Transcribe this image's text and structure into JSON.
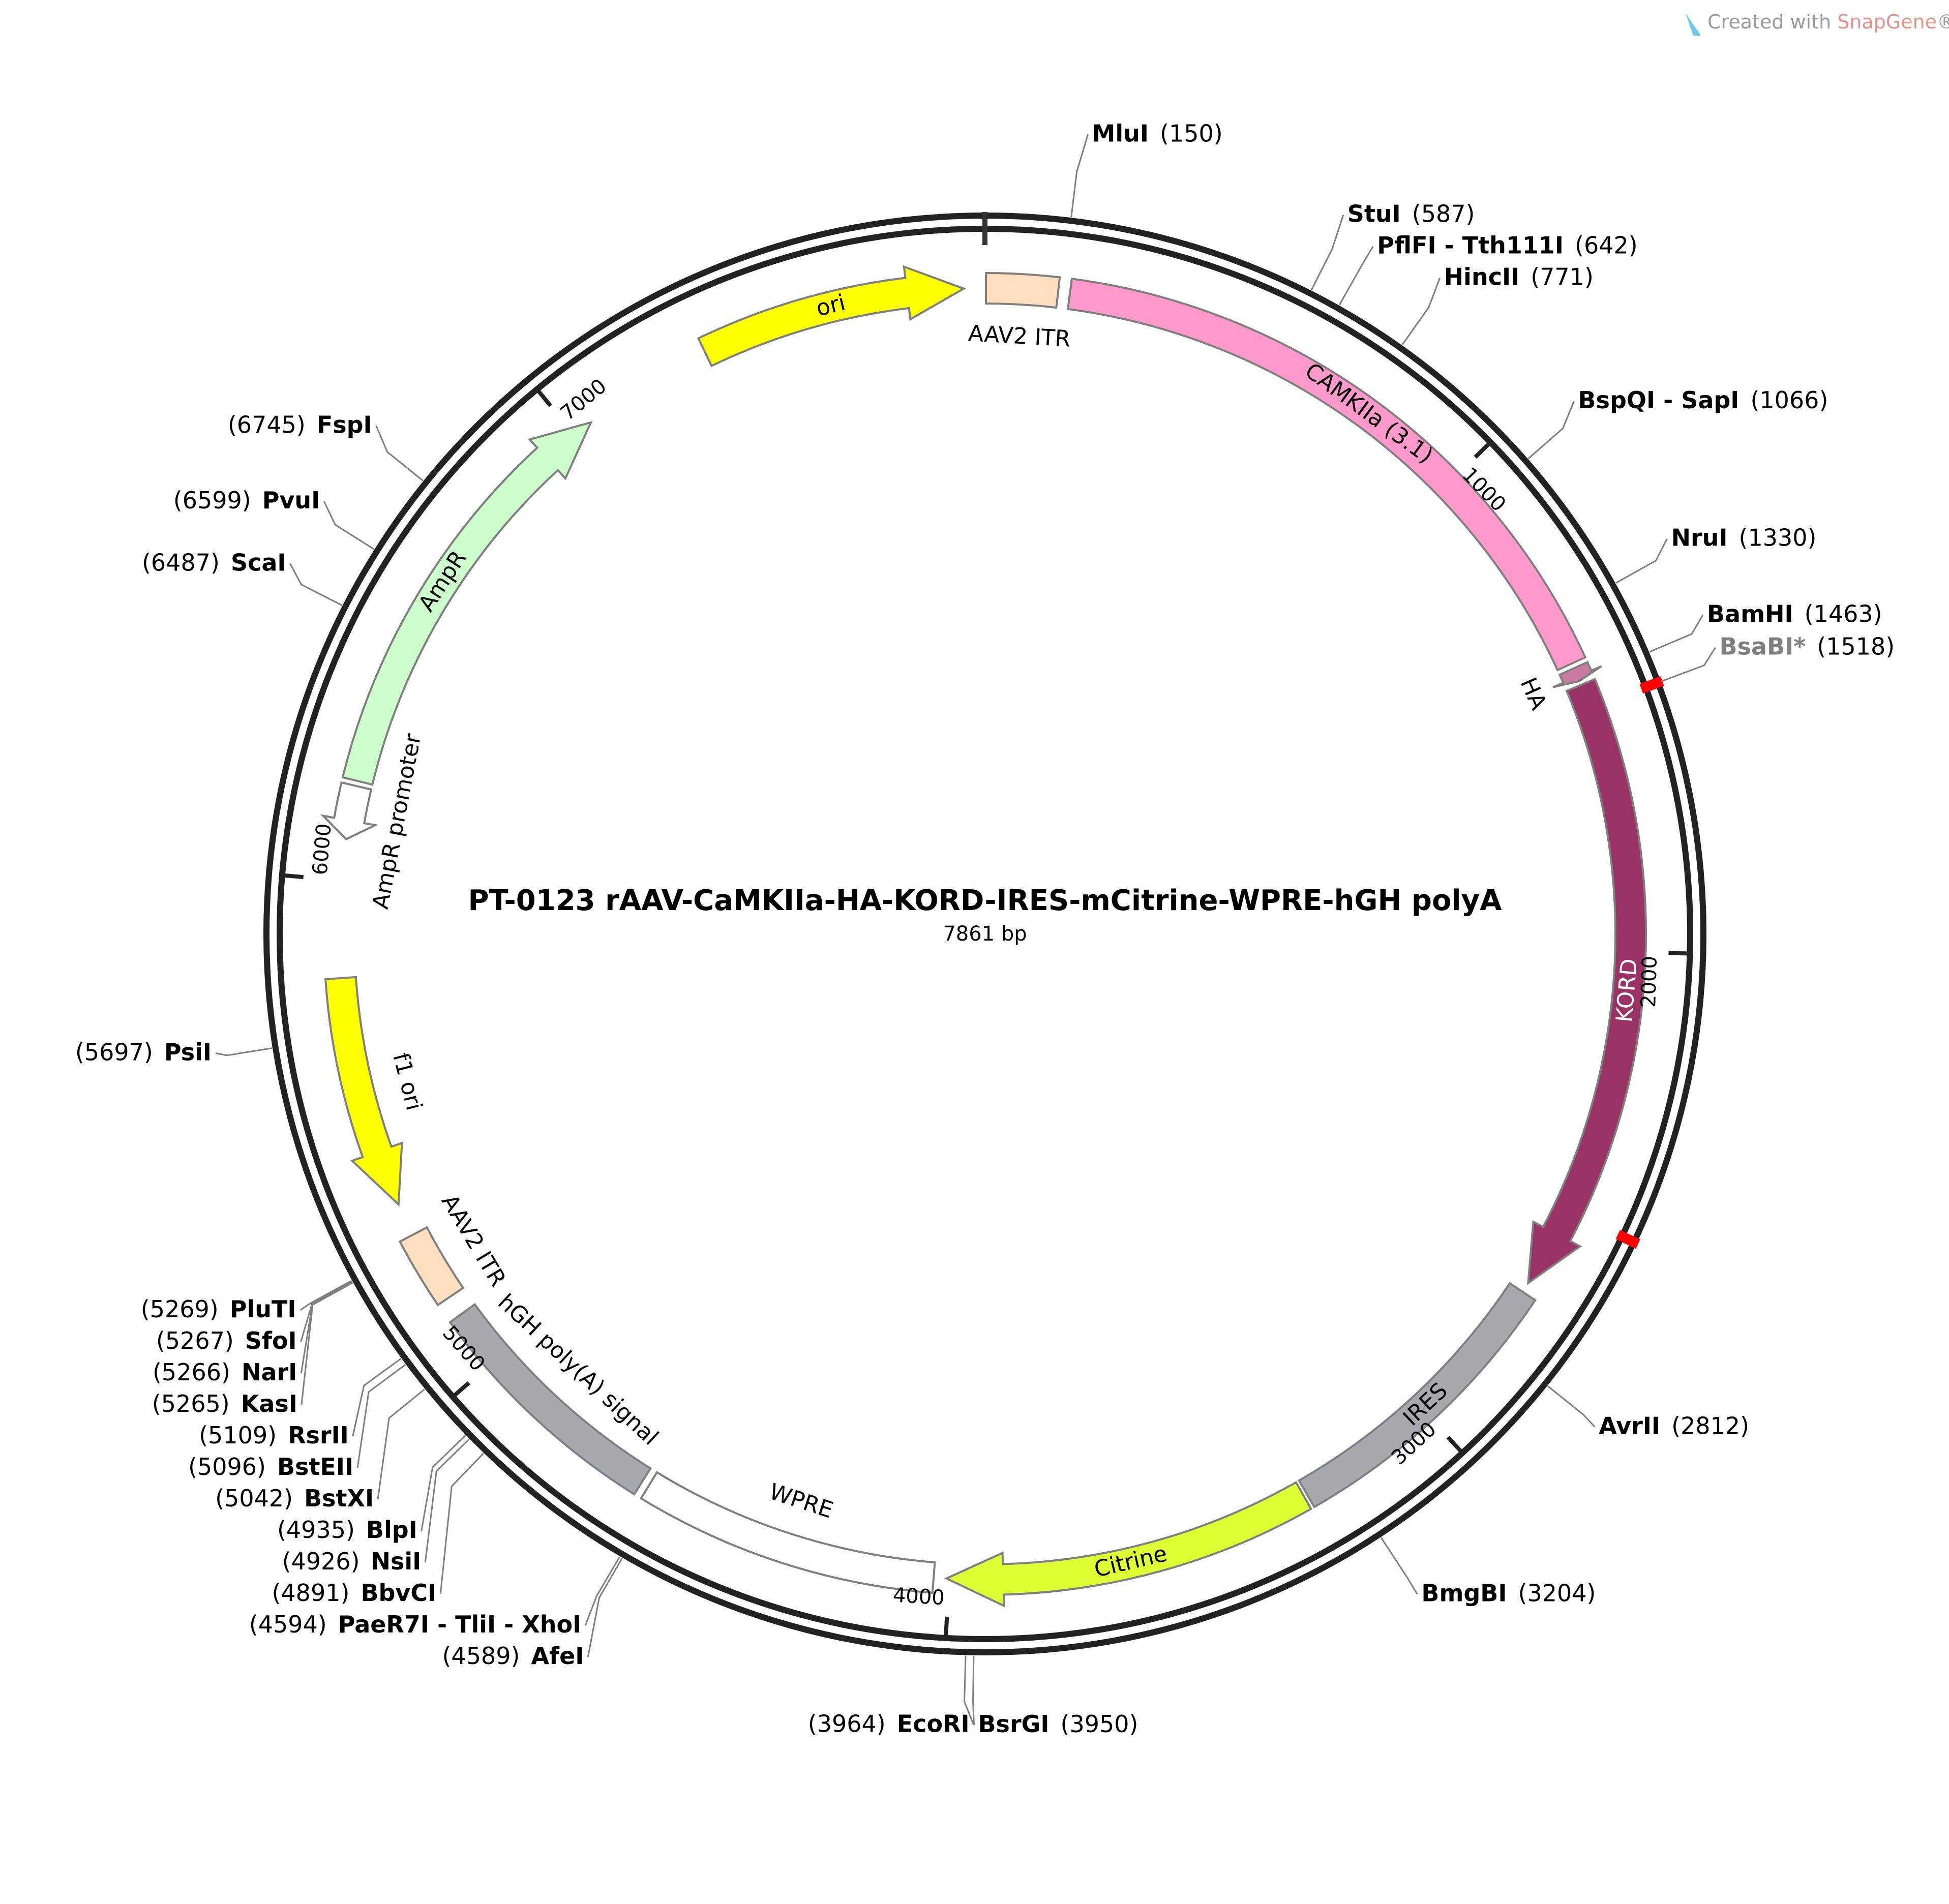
{
  "credit": {
    "prefix": "Created with ",
    "brand": "SnapGene",
    "mark": "®"
  },
  "plasmid": {
    "name": "PT-0123  rAAV-CaMKIIa-HA-KORD-IRES-mCitrine-WPRE-hGH polyA",
    "size_label": "7861 bp",
    "length": 7861
  },
  "ticks": [
    {
      "pos": 1000,
      "label": "1000"
    },
    {
      "pos": 2000,
      "label": "2000"
    },
    {
      "pos": 3000,
      "label": "3000"
    },
    {
      "pos": 4000,
      "label": "4000"
    },
    {
      "pos": 5000,
      "label": "5000"
    },
    {
      "pos": 6000,
      "label": "6000"
    },
    {
      "pos": 7000,
      "label": "7000"
    }
  ],
  "features": [
    {
      "name": "AAV2 ITR",
      "start": 2,
      "end": 142,
      "direction": "none",
      "color": "#ffdfbf",
      "stroke": "#7f7f7f"
    },
    {
      "name": "CAMKIIa (3.1)",
      "start": 165,
      "end": 1425,
      "direction": "none",
      "color": "#ff99cc",
      "stroke": "#7f7f7f"
    },
    {
      "name": "HA",
      "start": 1435,
      "end": 1462,
      "direction": "forward",
      "color": "#c87a9f",
      "stroke": "#7f7f7f"
    },
    {
      "name": "KORD",
      "start": 1470,
      "end": 2680,
      "direction": "forward",
      "color": "#993366",
      "stroke": "#7f7f7f"
    },
    {
      "name": "IRES",
      "start": 2700,
      "end": 3278,
      "direction": "none",
      "color": "#a6aaae",
      "stroke": "#7f7f7f"
    },
    {
      "name": "Citrine",
      "start": 3285,
      "end": 4005,
      "direction": "forward",
      "color": "#deff33",
      "stroke": "#7f7f7f"
    },
    {
      "name": "WPRE",
      "start": 4030,
      "end": 4615,
      "direction": "none",
      "color": "#ffffff",
      "stroke": "#7f7f7f"
    },
    {
      "name": "hGH poly(A) signal",
      "start": 4630,
      "end": 5110,
      "direction": "none",
      "color": "#a6aaae",
      "stroke": "#7f7f7f"
    },
    {
      "name": "AAV2 ITR",
      "start": 5150,
      "end": 5290,
      "direction": "none",
      "color": "#ffdfbf",
      "stroke": "#7f7f7f"
    },
    {
      "name": "f1 ori",
      "start": 5355,
      "end": 5810,
      "direction": "reverse",
      "color": "#ffff00",
      "stroke": "#7f7f7f"
    },
    {
      "name": "AmpR promoter",
      "start": 6080,
      "end": 6185,
      "direction": "reverse",
      "color": "#ffffff",
      "stroke": "#7f7f7f"
    },
    {
      "name": "AmpR",
      "start": 6195,
      "end": 7040,
      "direction": "forward",
      "color": "#ccffcc",
      "stroke": "#7f7f7f"
    },
    {
      "name": "ori",
      "start": 7300,
      "end": 7820,
      "direction": "forward",
      "color": "#ffff00",
      "stroke": "#7f7f7f"
    }
  ],
  "markers": [
    {
      "pos": 0,
      "color": "#333333"
    },
    {
      "pos": 1518,
      "color": "#ff0000"
    },
    {
      "pos": 2520,
      "color": "#ff0000"
    }
  ],
  "enzymes": [
    {
      "name": "MluI",
      "pos_label": "(150)",
      "pos": 150,
      "side": "right",
      "unique": false
    },
    {
      "name": "StuI",
      "pos_label": "(587)",
      "pos": 587,
      "side": "right",
      "unique": false
    },
    {
      "name": "PflFI - Tth111I",
      "pos_label": "(642)",
      "pos": 642,
      "side": "right",
      "unique": false
    },
    {
      "name": "HincII",
      "pos_label": "(771)",
      "pos": 771,
      "side": "right",
      "unique": false
    },
    {
      "name": "BspQI - SapI",
      "pos_label": "(1066)",
      "pos": 1066,
      "side": "right",
      "unique": false
    },
    {
      "name": "NruI",
      "pos_label": "(1330)",
      "pos": 1330,
      "side": "right",
      "unique": false
    },
    {
      "name": "BamHI",
      "pos_label": "(1463)",
      "pos": 1463,
      "side": "right",
      "unique": false
    },
    {
      "name": "BsaBI*",
      "pos_label": "(1518)",
      "pos": 1518,
      "side": "right",
      "unique": true
    },
    {
      "name": "AvrII",
      "pos_label": "(2812)",
      "pos": 2812,
      "side": "right",
      "unique": false
    },
    {
      "name": "BmgBI",
      "pos_label": "(3204)",
      "pos": 3204,
      "side": "right",
      "unique": false
    },
    {
      "name": "BsrGI",
      "pos_label": "(3950)",
      "pos": 3950,
      "side": "right",
      "unique": false
    },
    {
      "name": "EcoRI",
      "pos_label": "(3964)",
      "pos": 3964,
      "side": "left",
      "unique": false
    },
    {
      "name": "AfeI",
      "pos_label": "(4589)",
      "pos": 4589,
      "side": "left",
      "unique": false
    },
    {
      "name": "PaeR7I - TliI - XhoI",
      "pos_label": "(4594)",
      "pos": 4594,
      "side": "left",
      "unique": false
    },
    {
      "name": "BbvCI",
      "pos_label": "(4891)",
      "pos": 4891,
      "side": "left",
      "unique": false
    },
    {
      "name": "NsiI",
      "pos_label": "(4926)",
      "pos": 4926,
      "side": "left",
      "unique": false
    },
    {
      "name": "BlpI",
      "pos_label": "(4935)",
      "pos": 4935,
      "side": "left",
      "unique": false
    },
    {
      "name": "BstXI",
      "pos_label": "(5042)",
      "pos": 5042,
      "side": "left",
      "unique": false
    },
    {
      "name": "BstEII",
      "pos_label": "(5096)",
      "pos": 5096,
      "side": "left",
      "unique": false
    },
    {
      "name": "RsrII",
      "pos_label": "(5109)",
      "pos": 5109,
      "side": "left",
      "unique": false
    },
    {
      "name": "KasI",
      "pos_label": "(5265)",
      "pos": 5265,
      "side": "left",
      "unique": false
    },
    {
      "name": "NarI",
      "pos_label": "(5266)",
      "pos": 5266,
      "side": "left",
      "unique": false
    },
    {
      "name": "SfoI",
      "pos_label": "(5267)",
      "pos": 5267,
      "side": "left",
      "unique": false
    },
    {
      "name": "PluTI",
      "pos_label": "(5269)",
      "pos": 5269,
      "side": "left",
      "unique": false
    },
    {
      "name": "PsiI",
      "pos_label": "(5697)",
      "pos": 5697,
      "side": "left",
      "unique": false
    },
    {
      "name": "ScaI",
      "pos_label": "(6487)",
      "pos": 6487,
      "side": "left",
      "unique": false
    },
    {
      "name": "PvuI",
      "pos_label": "(6599)",
      "pos": 6599,
      "side": "left",
      "unique": false
    },
    {
      "name": "FspI",
      "pos_label": "(6745)",
      "pos": 6745,
      "side": "left",
      "unique": false
    }
  ]
}
